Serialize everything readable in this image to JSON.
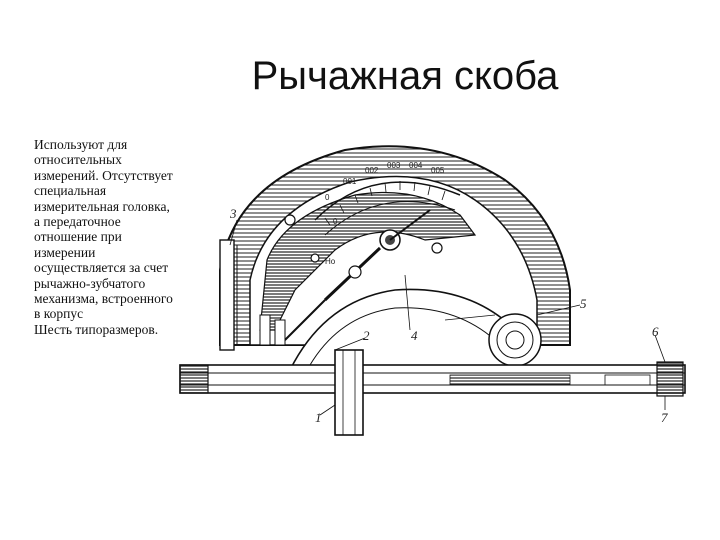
{
  "slide": {
    "title": "Рычажная скоба",
    "paragraphs": [
      "Используют для относительных измерений. Отсутствует специальная измерительная головка, а передаточное отношение при измерении осуществляется за счет рычажно-зубчатого механизма, встроенного в корпус",
      "Шесть типоразмеров."
    ]
  },
  "figure": {
    "name": "lever-clamp-drawing",
    "callouts": [
      "3",
      "2",
      "1",
      "4",
      "5",
      "6",
      "7"
    ],
    "scale_labels": [
      "0",
      "001",
      "002",
      "003",
      "004",
      "005",
      "0",
      "Ho"
    ]
  }
}
